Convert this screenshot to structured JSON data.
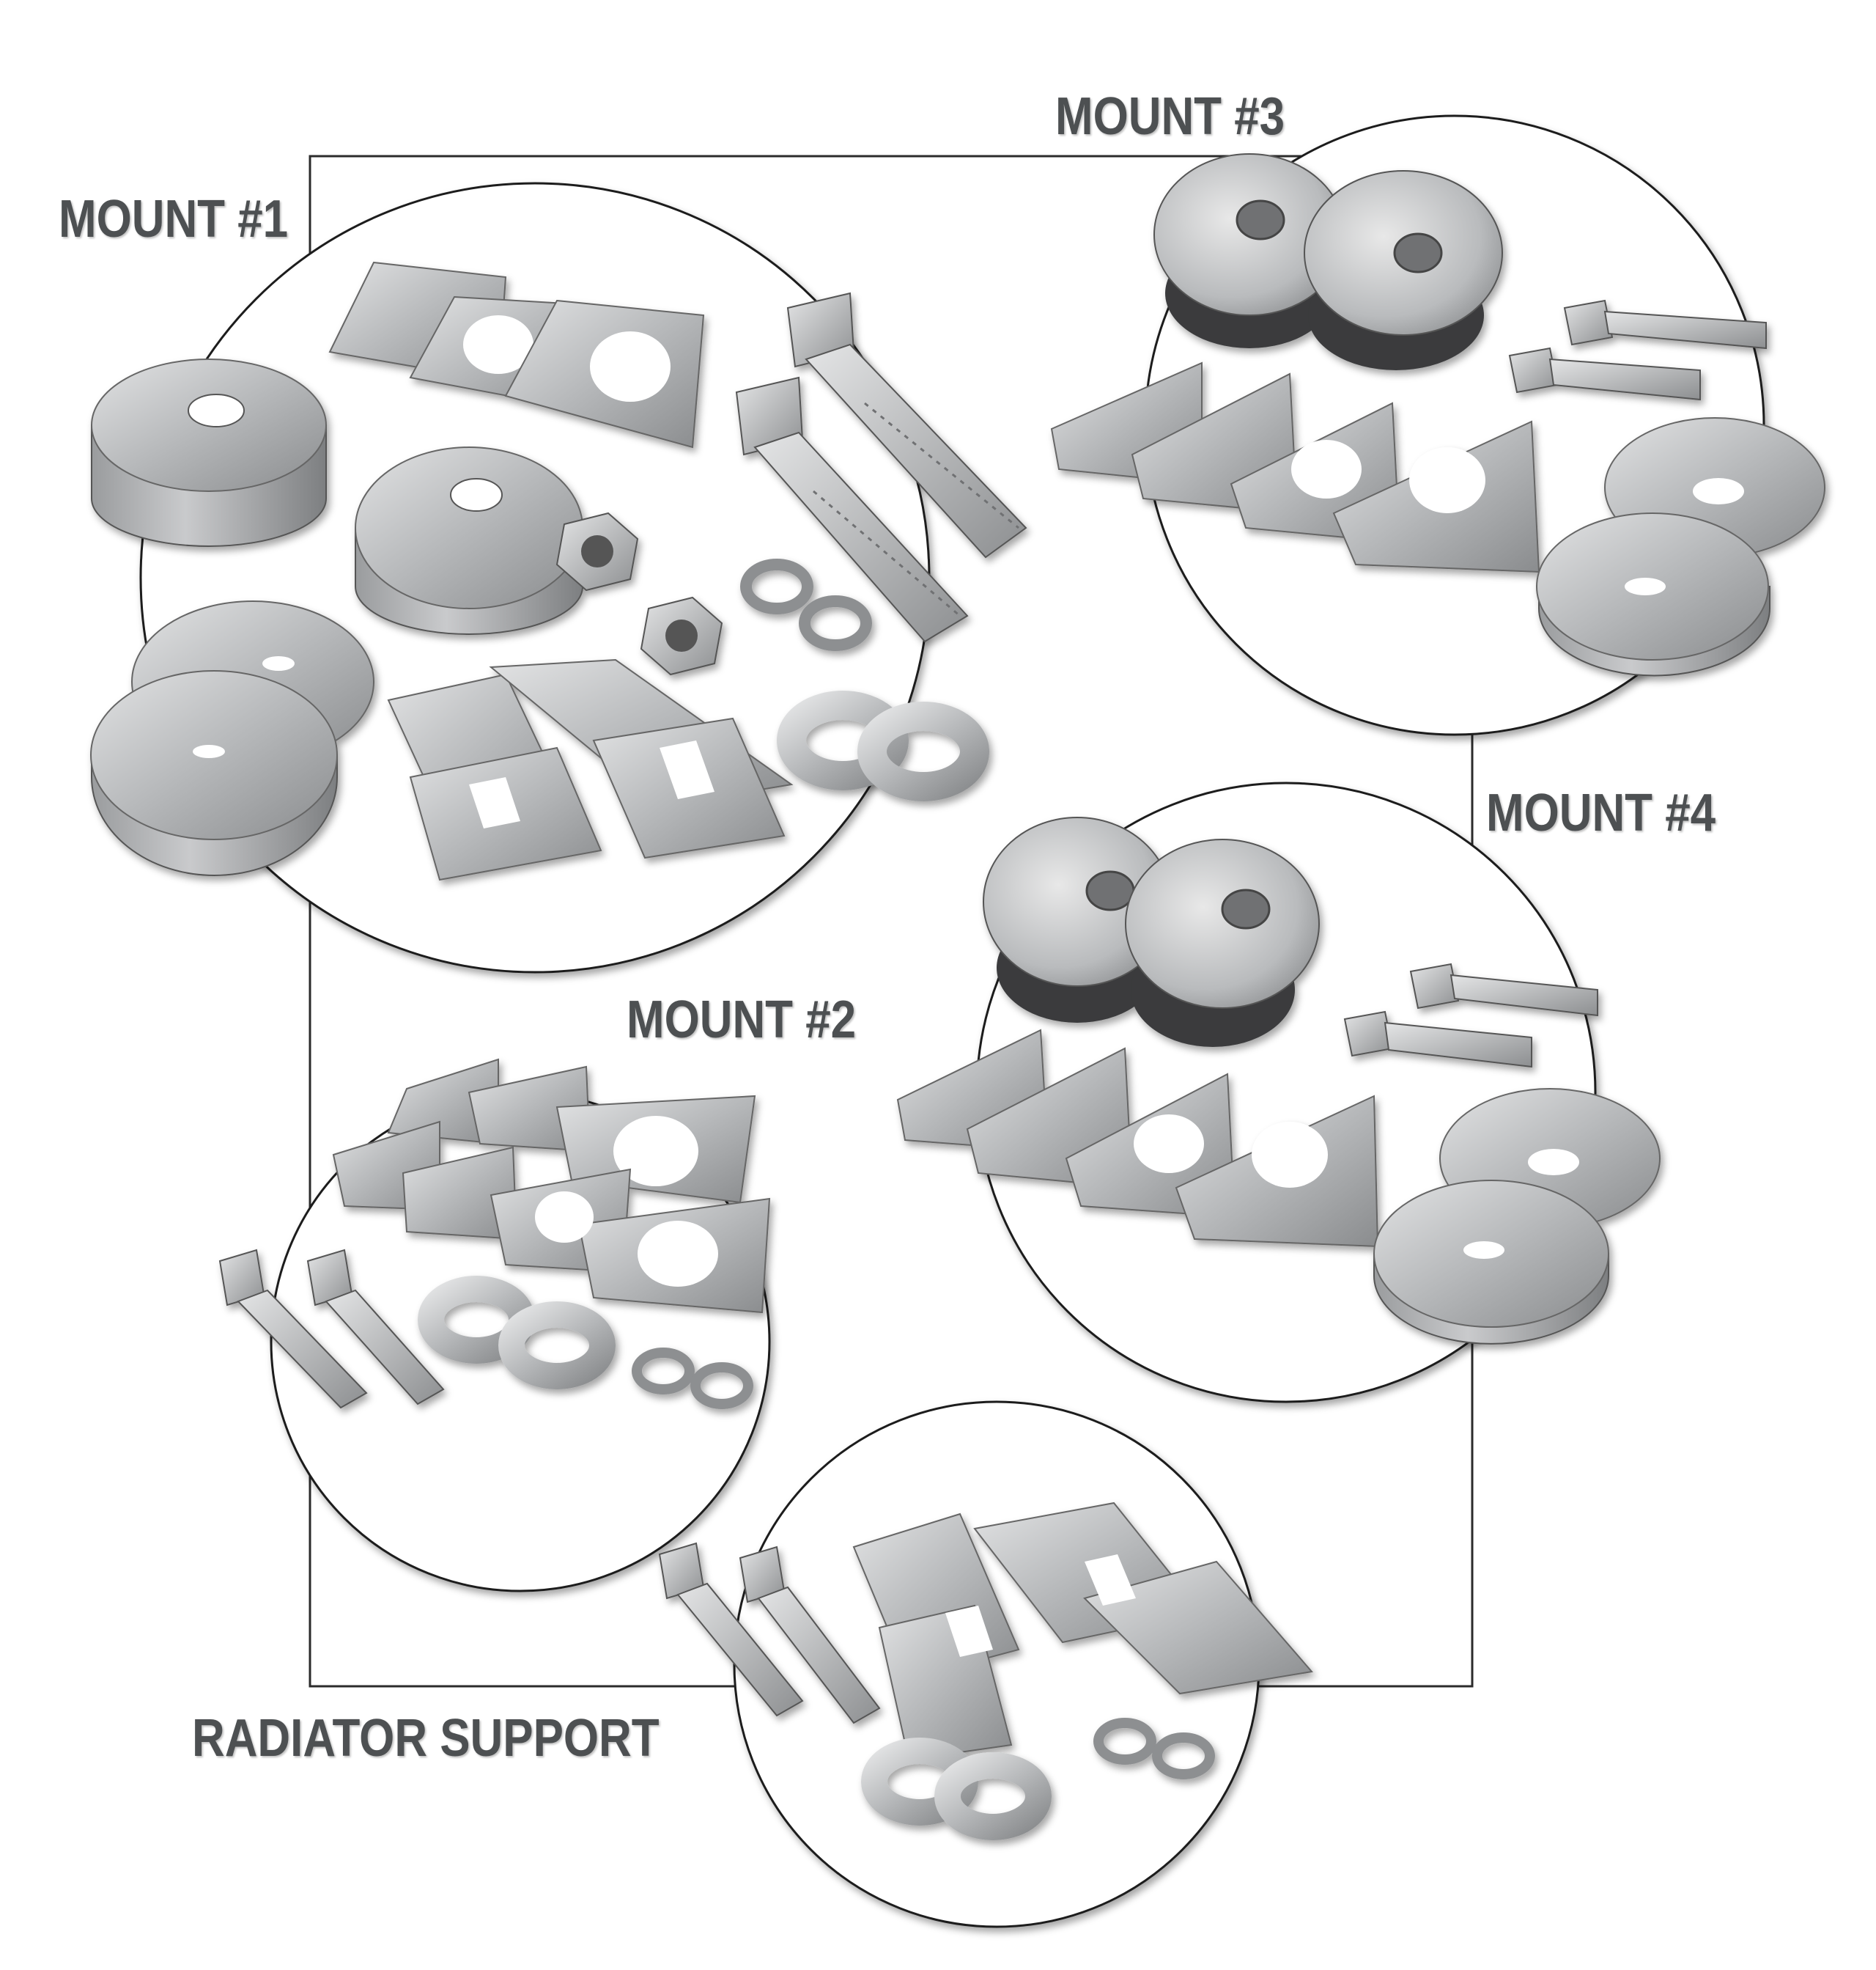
{
  "labels": {
    "mount1": "MOUNT #1",
    "mount2": "MOUNT #2",
    "mount3": "MOUNT #3",
    "mount4": "MOUNT #4",
    "radiator": "RADIATOR SUPPORT"
  },
  "colors": {
    "label": "#4d5052",
    "outline": "#2b2b2b",
    "metal_light": "#d9dadb",
    "metal_mid": "#a9abad",
    "metal_dark": "#6f7173",
    "rubber": "#3a3b3c"
  }
}
